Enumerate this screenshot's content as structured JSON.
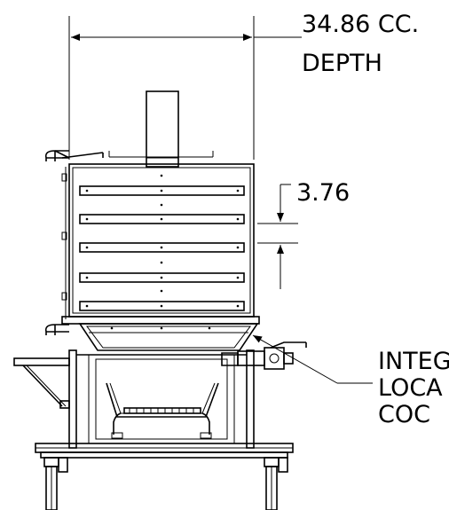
{
  "dimensions": {
    "width_label": "34.86 CC.",
    "width_sublabel": "DEPTH",
    "spacing_label": "3.76"
  },
  "callout": {
    "line1": "INTEG",
    "line2": "LOCA",
    "line3": "COC"
  }
}
